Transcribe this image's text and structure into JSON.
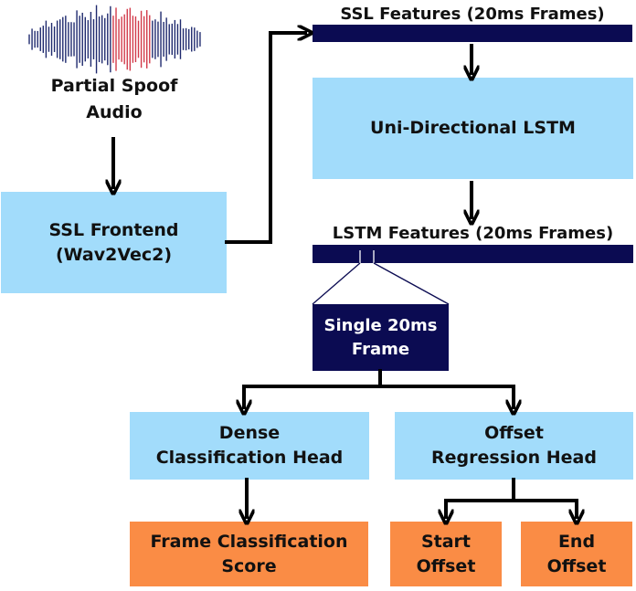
{
  "input": {
    "line1": "Partial Spoof",
    "line2": "Audio",
    "waveform_icon": "audio-waveform-icon"
  },
  "frontend": {
    "line1": "SSL Frontend",
    "line2": "(Wav2Vec2)"
  },
  "ssl_features": {
    "label": "SSL Features (20ms Frames)"
  },
  "lstm": {
    "label": "Uni-Directional LSTM"
  },
  "lstm_features": {
    "label": "LSTM Features (20ms Frames)"
  },
  "frame": {
    "line1": "Single 20ms",
    "line2": "Frame"
  },
  "dense_head": {
    "line1": "Dense",
    "line2": "Classification Head"
  },
  "offset_head": {
    "line1": "Offset",
    "line2": "Regression Head"
  },
  "frame_score": {
    "line1": "Frame Classification",
    "line2": "Score"
  },
  "start_offset": {
    "line1": "Start",
    "line2": "Offset"
  },
  "end_offset": {
    "line1": "End",
    "line2": "Offset"
  },
  "colors": {
    "blue_box": "#a2dcfb",
    "navy": "#0b0b52",
    "orange": "#fa8c45",
    "wave_blue": "#1f2a6e",
    "wave_red": "#d23a4a"
  }
}
